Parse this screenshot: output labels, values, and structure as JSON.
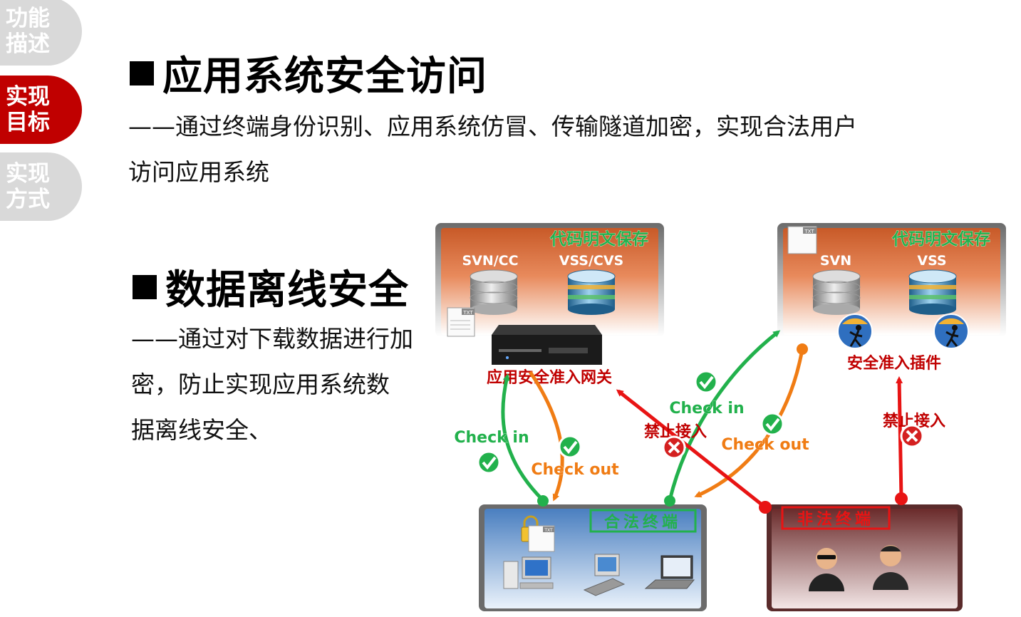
{
  "nav": [
    {
      "line1": "功能",
      "line2": "描述",
      "active": false
    },
    {
      "line1": "实现",
      "line2": "目标",
      "active": true
    },
    {
      "line1": "实现",
      "line2": "方式",
      "active": false
    }
  ],
  "section1": {
    "title": "应用系统安全访问",
    "desc_line1": "——通过终端身份识别、应用系统仿冒、传输隧道加密，实现合法用户",
    "desc_line2": "访问应用系统"
  },
  "section2": {
    "title": "数据离线安全",
    "desc_line1": "——通过对下载数据进行加",
    "desc_line2": "密，防止实现应用系统数",
    "desc_line3": "据离线安全、"
  },
  "diagram": {
    "left_repo": {
      "title": "代码明文保存",
      "server1": "SVN/CC",
      "server2": "VSS/CVS"
    },
    "right_repo": {
      "title": "代码明文保存",
      "server1": "SVN",
      "server2": "VSS"
    },
    "gateway_label": "应用安全准入网关",
    "plugin_label": "安全准入插件",
    "legal_terminal": "合法终端",
    "illegal_terminal": "非法终端",
    "check_in_1": "Check in",
    "check_out_1": "Check out",
    "check_in_2": "Check in",
    "check_out_2": "Check out",
    "deny_1": "禁止接入",
    "deny_2": "禁止接入",
    "txt_badge": "TXT",
    "colors": {
      "accent_red": "#c00000",
      "green": "#22b14c",
      "orange": "#f07c14",
      "deny_red": "#e81414"
    }
  }
}
